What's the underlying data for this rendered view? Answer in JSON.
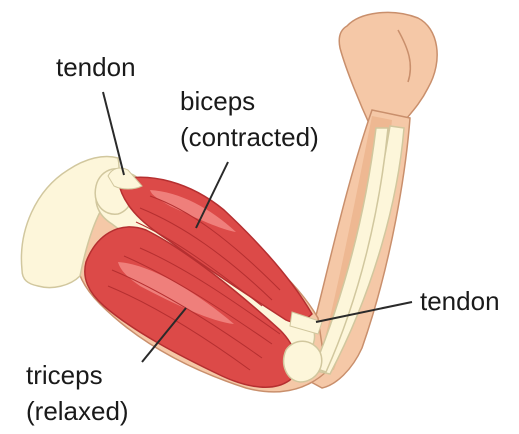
{
  "labels": {
    "tendon_upper": "tendon",
    "biceps": "biceps",
    "biceps_state": "(contracted)",
    "tendon_lower": "tendon",
    "triceps": "triceps",
    "triceps_state": "(relaxed)"
  },
  "colors": {
    "skin": "#f5c8a7",
    "skin_shade": "#eeb892",
    "skin_outline": "#c98f6c",
    "bone": "#fdf6da",
    "bone_outline": "#d1c79e",
    "muscle": "#dc4a48",
    "muscle_dark": "#b52f30",
    "muscle_light": "#ef7f7b",
    "leader": "#2a2a2a"
  }
}
